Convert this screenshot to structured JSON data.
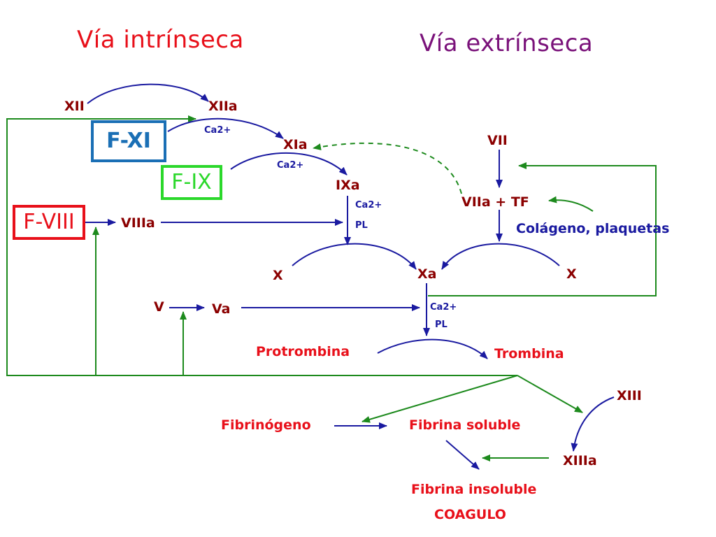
{
  "colors": {
    "intrinsic_title": "#e8101a",
    "extrinsic_title": "#7a127a",
    "factor_text": "#8b0000",
    "blue_arrow": "#1a1aa0",
    "green_arrow": "#1d8a1d",
    "fxi_box": "#1a6fb5",
    "fix_box": "#2bd82b",
    "fviii_box": "#e8101a"
  },
  "titles": {
    "intrinsic": "Vía intrínseca",
    "extrinsic": "Vía extrínseca"
  },
  "boxes": {
    "fxi": "F-XI",
    "fix": "F-IX",
    "fviii": "F-VIII"
  },
  "factors": {
    "xii": "XII",
    "xiia": "XIIa",
    "xia": "XIa",
    "ixa": "IXa",
    "viiia": "VIIIa",
    "x_left": "X",
    "xa": "Xa",
    "x_right": "X",
    "v": "V",
    "va": "Va",
    "vii": "VII",
    "viia_tf": "VIIa + TF",
    "xiii": "XIII",
    "xiiia": "XIIIa"
  },
  "cofactors": {
    "ca_xia": "Ca2+",
    "ca_ixa": "Ca2+",
    "ca_xa_1": "Ca2+",
    "pl_xa_1": "PL",
    "ca_xa_2": "Ca2+",
    "pl_xa_2": "PL"
  },
  "products": {
    "protrombina": "Protrombina",
    "trombina": "Trombina",
    "fibrinogeno": "Fibrinógeno",
    "fibrina_soluble": "Fibrina soluble",
    "fibrina_insoluble": "Fibrina insoluble",
    "coagulo": "COAGULO"
  },
  "extrinsic_trigger": "Colágeno, plaquetas",
  "arrowhead_icon": "arrowhead-icon"
}
